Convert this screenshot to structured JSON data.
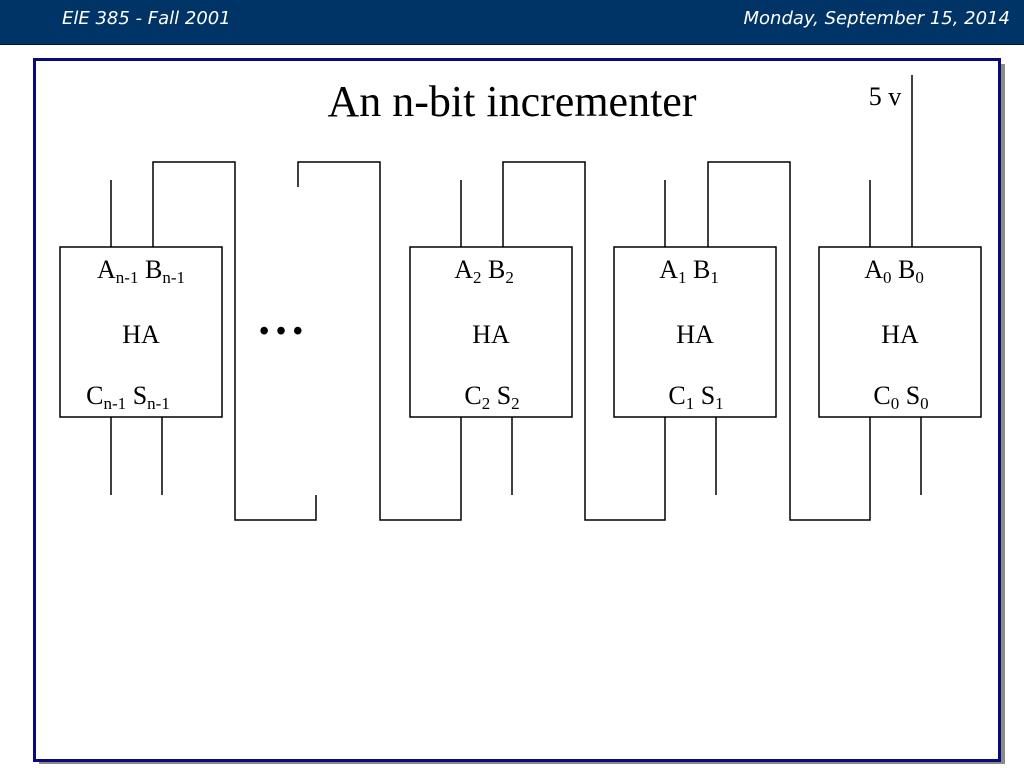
{
  "header": {
    "course": "ElE 385  - Fall 2001",
    "date": "Monday, September 15, 2014"
  },
  "slide": {
    "title": "An n-bit incrementer",
    "supply_label": "5 v",
    "ellipsis": "• • •"
  },
  "blocks": [
    {
      "id": "n-1",
      "a": "A",
      "a_sub": "n-1",
      "b": "B",
      "b_sub": "n-1",
      "name": "HA",
      "c": "C",
      "c_sub": "n-1",
      "s": "S",
      "s_sub": "n-1"
    },
    {
      "id": "2",
      "a": "A",
      "a_sub": "2",
      "b": "B",
      "b_sub": "2",
      "name": "HA",
      "c": "C",
      "c_sub": "2",
      "s": "S",
      "s_sub": "2"
    },
    {
      "id": "1",
      "a": "A",
      "a_sub": "1",
      "b": "B",
      "b_sub": "1",
      "name": "HA",
      "c": "C",
      "c_sub": "1",
      "s": "S",
      "s_sub": "1"
    },
    {
      "id": "0",
      "a": "A",
      "a_sub": "0",
      "b": "B",
      "b_sub": "0",
      "name": "HA",
      "c": "C",
      "c_sub": "0",
      "s": "S",
      "s_sub": "0"
    }
  ],
  "colors": {
    "header_bg": "#003366",
    "slide_border": "#0a0a7a",
    "line": "#000000"
  }
}
